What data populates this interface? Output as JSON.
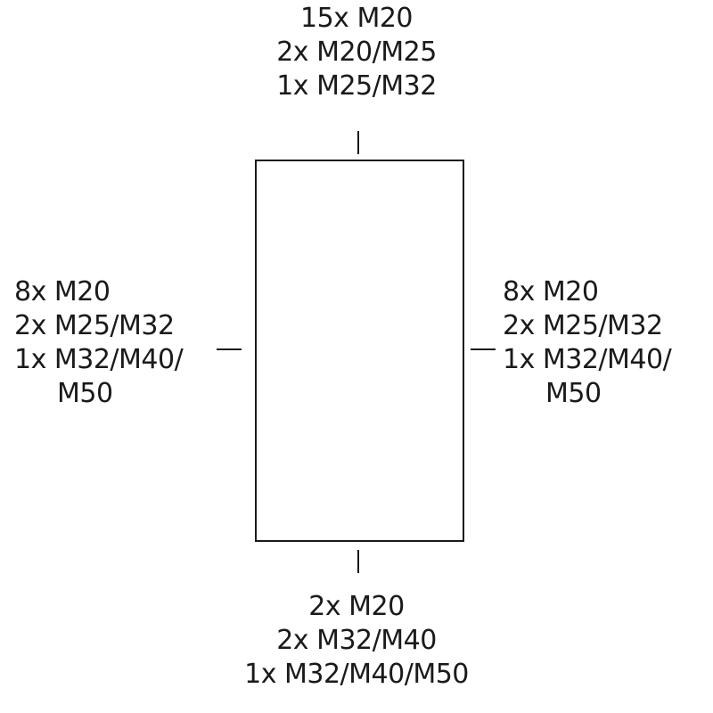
{
  "sides": {
    "top": {
      "lines": [
        "15x M20",
        "2x M20/M25",
        "1x M25/M32"
      ]
    },
    "left": {
      "lines": [
        "8x M20",
        "2x M25/M32",
        "1x M32/M40/",
        "M50"
      ]
    },
    "right": {
      "lines": [
        "8x M20",
        "2x M25/M32",
        "1x M32/M40/",
        "M50"
      ]
    },
    "bottom": {
      "lines": [
        "2x M20",
        "2x M32/M40",
        "1x M32/M40/M50"
      ]
    }
  }
}
